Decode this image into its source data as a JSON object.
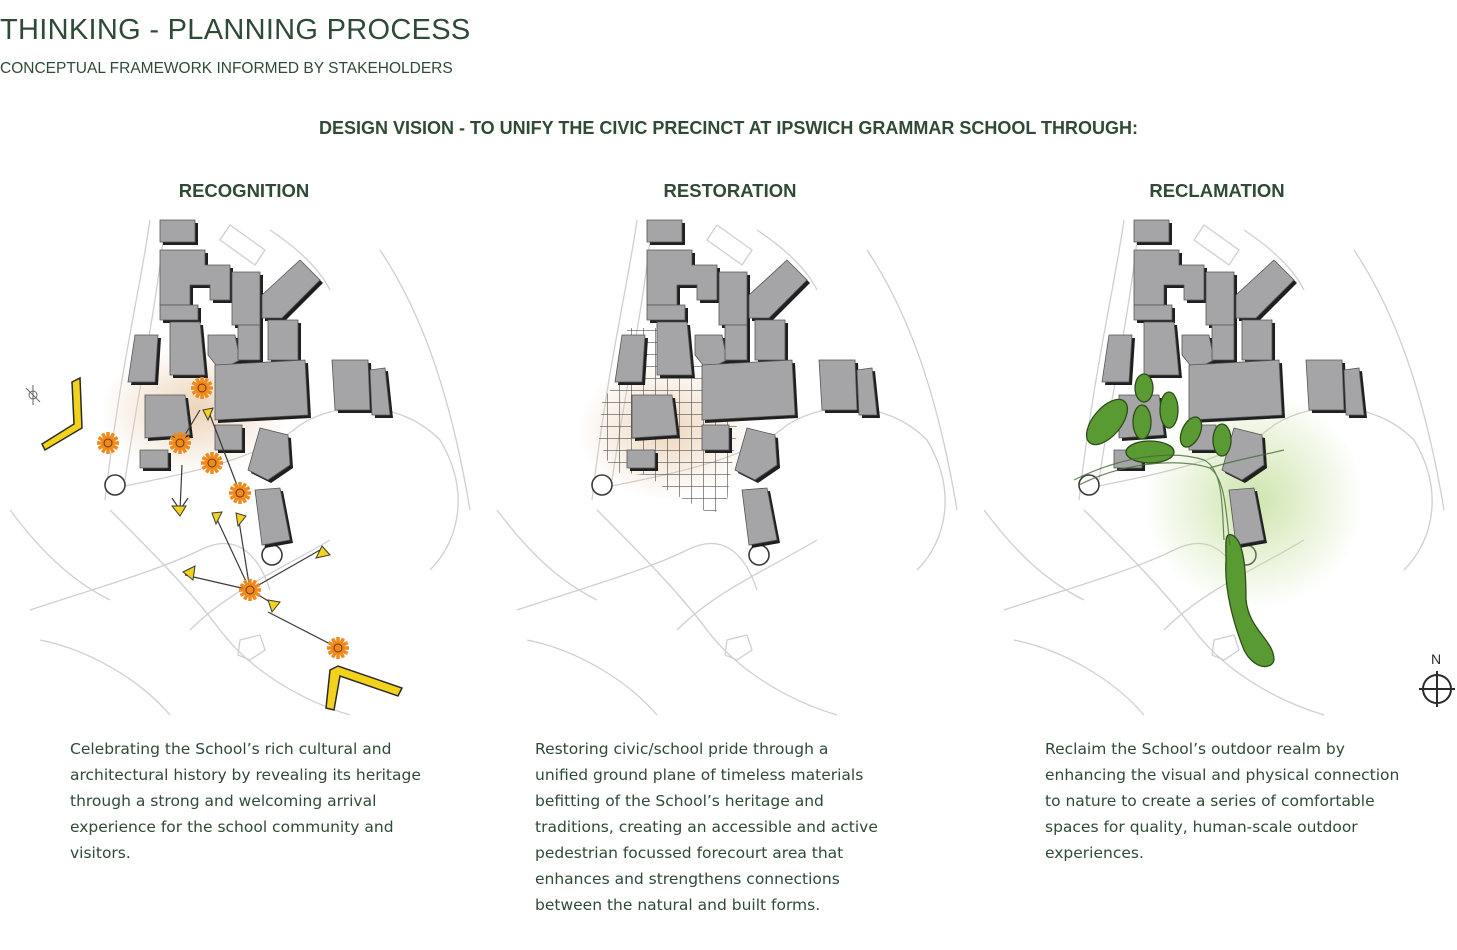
{
  "header": {
    "title": "THINKING - PLANNING PROCESS",
    "subtitle": "CONCEPTUAL FRAMEWORK INFORMED BY STAKEHOLDERS",
    "vision": "DESIGN VISION - TO  UNIFY THE CIVIC PRECINCT AT IPSWICH GRAMMAR SCHOOL THROUGH:"
  },
  "columns": [
    {
      "heading": "RECOGNITION",
      "lines": [
        "Celebrating the School’s rich cultural and",
        "architectural history by revealing its heritage",
        "through a strong and welcoming arrival",
        "experience for the school community and",
        "visitors."
      ]
    },
    {
      "heading": "RESTORATION",
      "lines": [
        "Restoring civic/school pride through a",
        "unified ground plane of timeless materials",
        "befitting of the School’s heritage and",
        "traditions, creating an accessible and active",
        "pedestrian focussed forecourt area that",
        "enhances and strengthens connections",
        "between the natural and built forms."
      ]
    },
    {
      "heading": "RECLAMATION",
      "lines": [
        "Reclaim the School’s outdoor realm by",
        "enhancing the visual and physical connection",
        "to nature to create a series of comfortable",
        "spaces for quality, human-scale outdoor",
        "experiences."
      ]
    }
  ],
  "north_label": "N",
  "colors": {
    "text": "#2f4a36",
    "building": "#a5a5a7",
    "accent_orange": "#f08a1c",
    "accent_yellow": "#f2d21a",
    "green": "#5a9a32"
  }
}
